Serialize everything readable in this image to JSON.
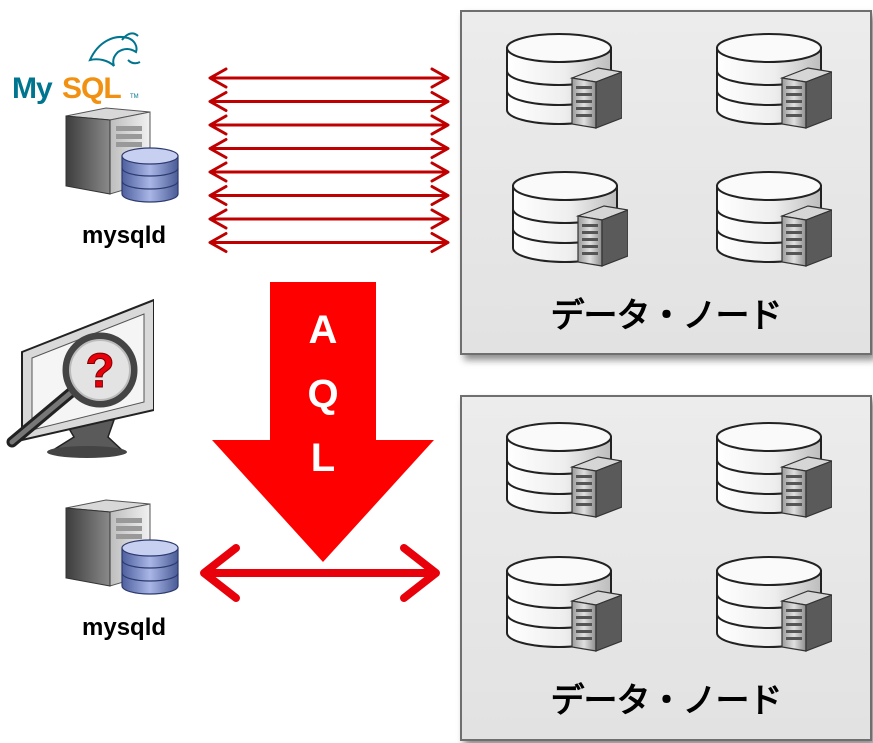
{
  "logo": {
    "my": "My",
    "sql": "SQL",
    "tm": "TM"
  },
  "server_top": {
    "label": "mysqld"
  },
  "server_bottom": {
    "label": "mysqld"
  },
  "aql_arrow": {
    "letters": [
      "A",
      "Q",
      "L"
    ]
  },
  "panel_top": {
    "label": "データ・ノード"
  },
  "panel_bottom": {
    "label": "データ・ノード"
  },
  "colors": {
    "arrow_red": "#c00000",
    "aql_red": "#ff0000",
    "double_arrow_red": "#e8000b",
    "logo_blue": "#00758f",
    "logo_orange": "#f29111"
  },
  "icons": [
    "mysql-dolphin-icon",
    "server-tower-icon",
    "database-stack-icon",
    "monitor-search-icon",
    "data-node-icon"
  ]
}
